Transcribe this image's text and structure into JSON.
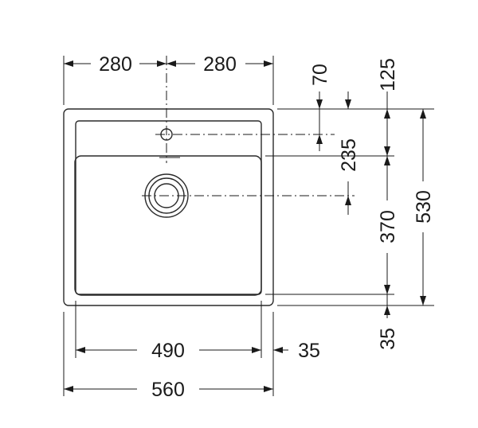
{
  "dimensions": {
    "top_left_half": "280",
    "top_right_half": "280",
    "tap_hole_offset": "70",
    "overall_offset": "125",
    "waste_offset": "235",
    "bowl_depth": "370",
    "overall_depth": "530",
    "bottom_margin": "35",
    "bowl_width": "490",
    "side_margin": "35",
    "overall_width": "560"
  }
}
